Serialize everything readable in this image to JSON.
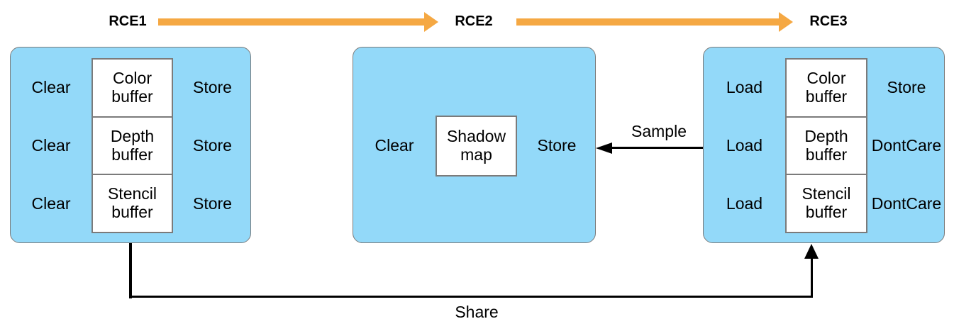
{
  "encoders": [
    {
      "name": "RCE1",
      "rows": [
        {
          "load": "Clear",
          "buffer": "Color\nbuffer",
          "store": "Store"
        },
        {
          "load": "Clear",
          "buffer": "Depth\nbuffer",
          "store": "Store"
        },
        {
          "load": "Clear",
          "buffer": "Stencil\nbuffer",
          "store": "Store"
        }
      ]
    },
    {
      "name": "RCE2",
      "rows": [
        {
          "load": "Clear",
          "buffer": "Shadow\nmap",
          "store": "Store"
        }
      ]
    },
    {
      "name": "RCE3",
      "rows": [
        {
          "load": "Load",
          "buffer": "Color\nbuffer",
          "store": "Store"
        },
        {
          "load": "Load",
          "buffer": "Depth\nbuffer",
          "store": "DontCare"
        },
        {
          "load": "Load",
          "buffer": "Stencil\nbuffer",
          "store": "DontCare"
        }
      ]
    }
  ],
  "connectors": {
    "sample_label": "Sample",
    "share_label": "Share"
  },
  "colors": {
    "encoder_fill": "#93D9F9",
    "encoder_border": "#7B7B7B",
    "buffer_fill": "#FFFFFF",
    "buffer_border": "#7B7B7B",
    "timeline_arrow": "#F5A843",
    "connector": "#000000",
    "text": "#000000"
  }
}
